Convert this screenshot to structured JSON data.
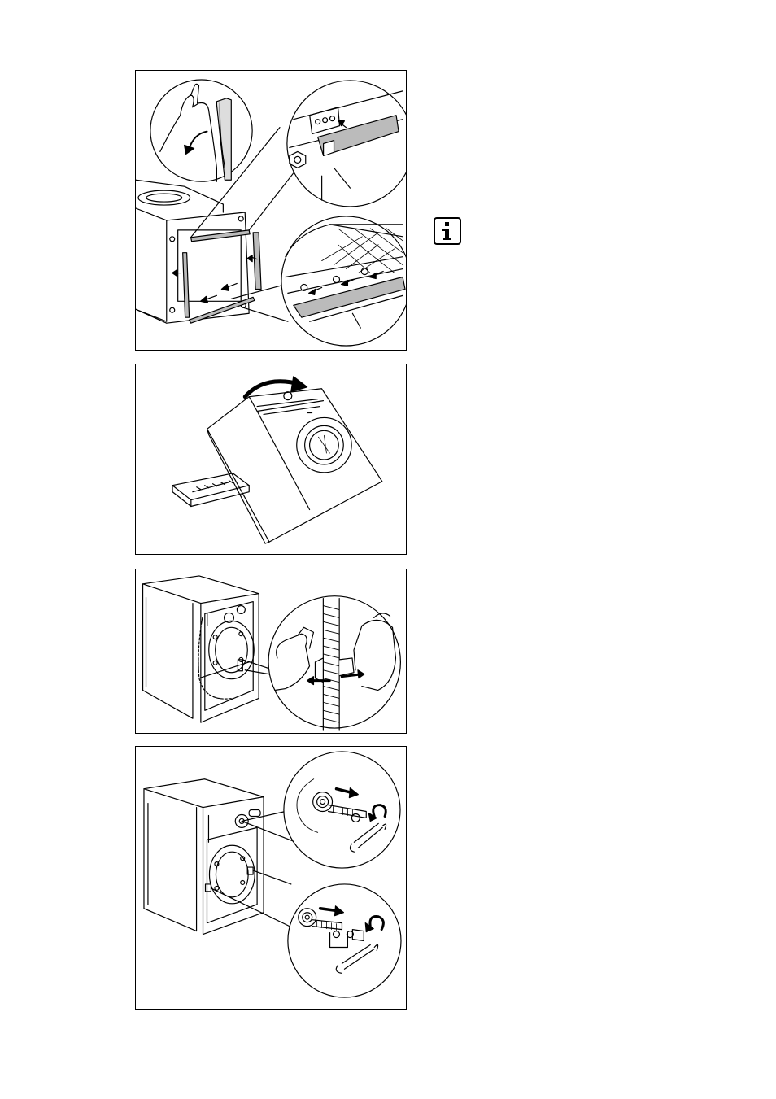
{
  "page": {
    "figures": [
      {
        "id": "remove-transit-strips",
        "icon": "transit-strip-removal-illustration"
      },
      {
        "id": "tilt-appliance",
        "icon": "appliance-tilt-illustration"
      },
      {
        "id": "release-hose-clip",
        "icon": "hose-clip-release-illustration"
      },
      {
        "id": "remove-transit-bolts",
        "icon": "transit-bolt-removal-illustration"
      }
    ],
    "info_icon": "info-icon"
  }
}
